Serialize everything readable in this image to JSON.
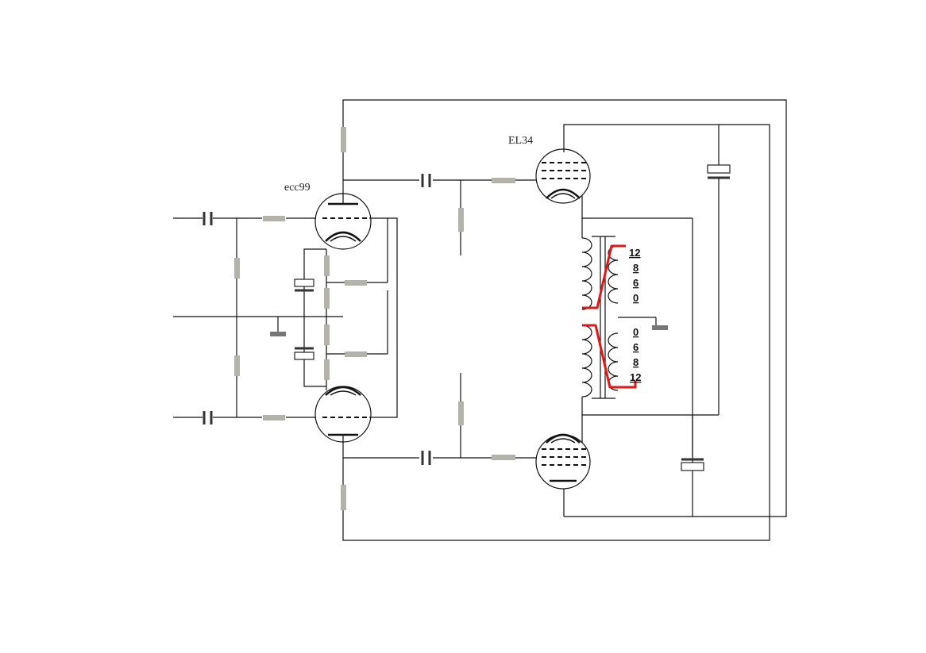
{
  "labels": {
    "driver_tube": "ecc99",
    "output_tube": "EL34"
  },
  "transformer_taps": {
    "upper": [
      "12",
      "8",
      "6",
      "0"
    ],
    "lower": [
      "0",
      "6",
      "8",
      "12"
    ]
  },
  "colors": {
    "wire": "#111111",
    "resistor": "#b3b3aa",
    "tap_selector": "#e01818",
    "ground": "#777777"
  }
}
